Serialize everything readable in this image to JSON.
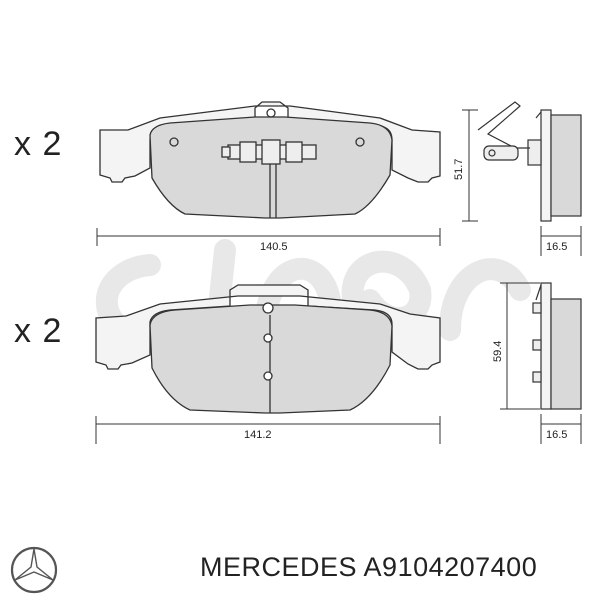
{
  "pads": [
    {
      "quantity": "x 2",
      "width": "140.5",
      "height": "51.7",
      "thickness": "16.5"
    },
    {
      "quantity": "x 2",
      "width": "141.2",
      "height": "59.4",
      "thickness": "16.5"
    }
  ],
  "caption": {
    "brand": "MERCEDES",
    "part_number": "A9104207400"
  },
  "colors": {
    "pad_fill": "#d9d9d9",
    "line": "#333333",
    "watermark": "#e4e4e4"
  },
  "icons": {
    "brand_logo": "mercedes-star-icon",
    "watermark": "cifam-watermark-logo"
  }
}
